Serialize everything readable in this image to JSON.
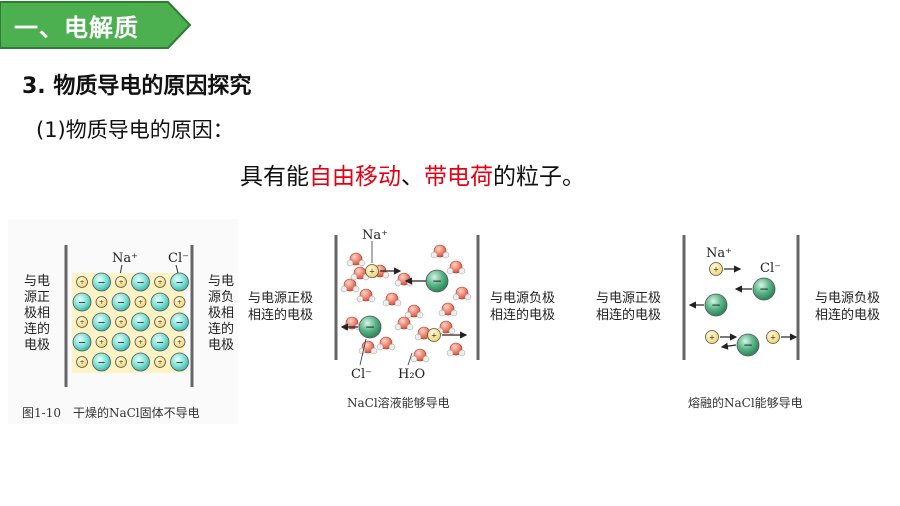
{
  "banner": {
    "label": "一、电解质",
    "color": "#4caf50",
    "border": "#2e7d32"
  },
  "section": {
    "title": "3. 物质导电的原因探究"
  },
  "subtitle": {
    "text": "(1)物质导电的原因："
  },
  "answer": {
    "prefix": "具有能",
    "highlight1": "自由移动",
    "separator": "、",
    "highlight2": "带电荷",
    "suffix": "的粒子。",
    "highlight_color": "#e60012"
  },
  "figures": {
    "solid": {
      "left_label": [
        "与电",
        "源正",
        "极相",
        "连的",
        "电极"
      ],
      "right_label": [
        "与电",
        "源负",
        "极相",
        "连的",
        "电极"
      ],
      "na_label": "Na⁺",
      "cl_label": "Cl⁻",
      "caption": "图1-10　干燥的NaCl固体不导电"
    },
    "solution": {
      "left_label": [
        "与电源正极",
        "相连的电极"
      ],
      "right_label": [
        "与电源负极",
        "相连的电极"
      ],
      "na_label": "Na⁺",
      "cl_label": "Cl⁻",
      "water_label": "H₂O",
      "caption": "NaCl溶液能够导电"
    },
    "molten": {
      "left_label": [
        "与电源正极",
        "相连的电极"
      ],
      "right_label": [
        "与电源负极",
        "相连的电极"
      ],
      "na_label": "Na⁺",
      "cl_label": "Cl⁻",
      "caption": "熔融的NaCl能够导电"
    }
  },
  "icons": {
    "plus": "plus-ion-icon",
    "minus": "minus-ion-icon"
  }
}
